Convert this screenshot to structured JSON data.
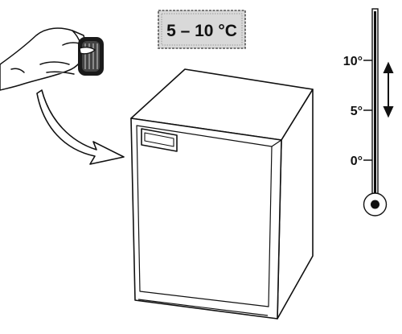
{
  "temperature_box": {
    "label": "5 – 10 °C"
  },
  "thermometer": {
    "ticks": [
      {
        "label": "10°",
        "value": 10
      },
      {
        "label": "5°",
        "value": 5
      },
      {
        "label": "0°",
        "value": 0
      }
    ],
    "range_indicator": "double-arrow-icon"
  },
  "icons": {
    "hand": "hand-holding-dial-icon",
    "arrow": "curved-arrow-icon",
    "appliance": "refrigerator-icon"
  },
  "colors": {
    "ink": "#111111",
    "background": "#ffffff",
    "box_fill": "#d9d9d9"
  }
}
